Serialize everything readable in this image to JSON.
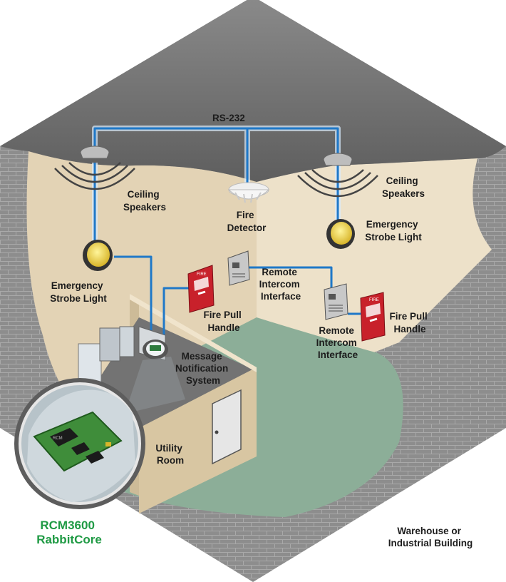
{
  "labels": {
    "rs232": "RS-232",
    "ceiling_speakers_left": [
      "Ceiling",
      "Speakers"
    ],
    "ceiling_speakers_right": [
      "Ceiling",
      "Speakers"
    ],
    "fire_detector": [
      "Fire",
      "Detector"
    ],
    "strobe_left": [
      "Emergency",
      "Strobe Light"
    ],
    "strobe_right": [
      "Emergency",
      "Strobe Light"
    ],
    "intercom_left": [
      "Remote",
      "Intercom",
      "Interface"
    ],
    "intercom_right": [
      "Remote",
      "Intercom",
      "Interface"
    ],
    "pull_left": [
      "Fire Pull",
      "Handle"
    ],
    "pull_right": [
      "Fire Pull",
      "Handle"
    ],
    "message_system": [
      "Message",
      "Notification",
      "System"
    ],
    "utility_room": [
      "Utility",
      "Room"
    ],
    "rabbitcore": [
      "RCM3600",
      "RabbitCore"
    ],
    "building": [
      "Warehouse or",
      "Industrial Building"
    ]
  },
  "device_text": {
    "pull_station": "FIRE",
    "module_chip": "RCM"
  },
  "colors": {
    "wire": "#1f78c8",
    "brand_green": "#1f9a44",
    "ceiling": "#6a6a6a",
    "wall_left": "#e2d2b4",
    "wall_right": "#ece0c8",
    "floor": "#8cae98",
    "brick": "#8a8a8a",
    "pull_red": "#c8212b"
  }
}
